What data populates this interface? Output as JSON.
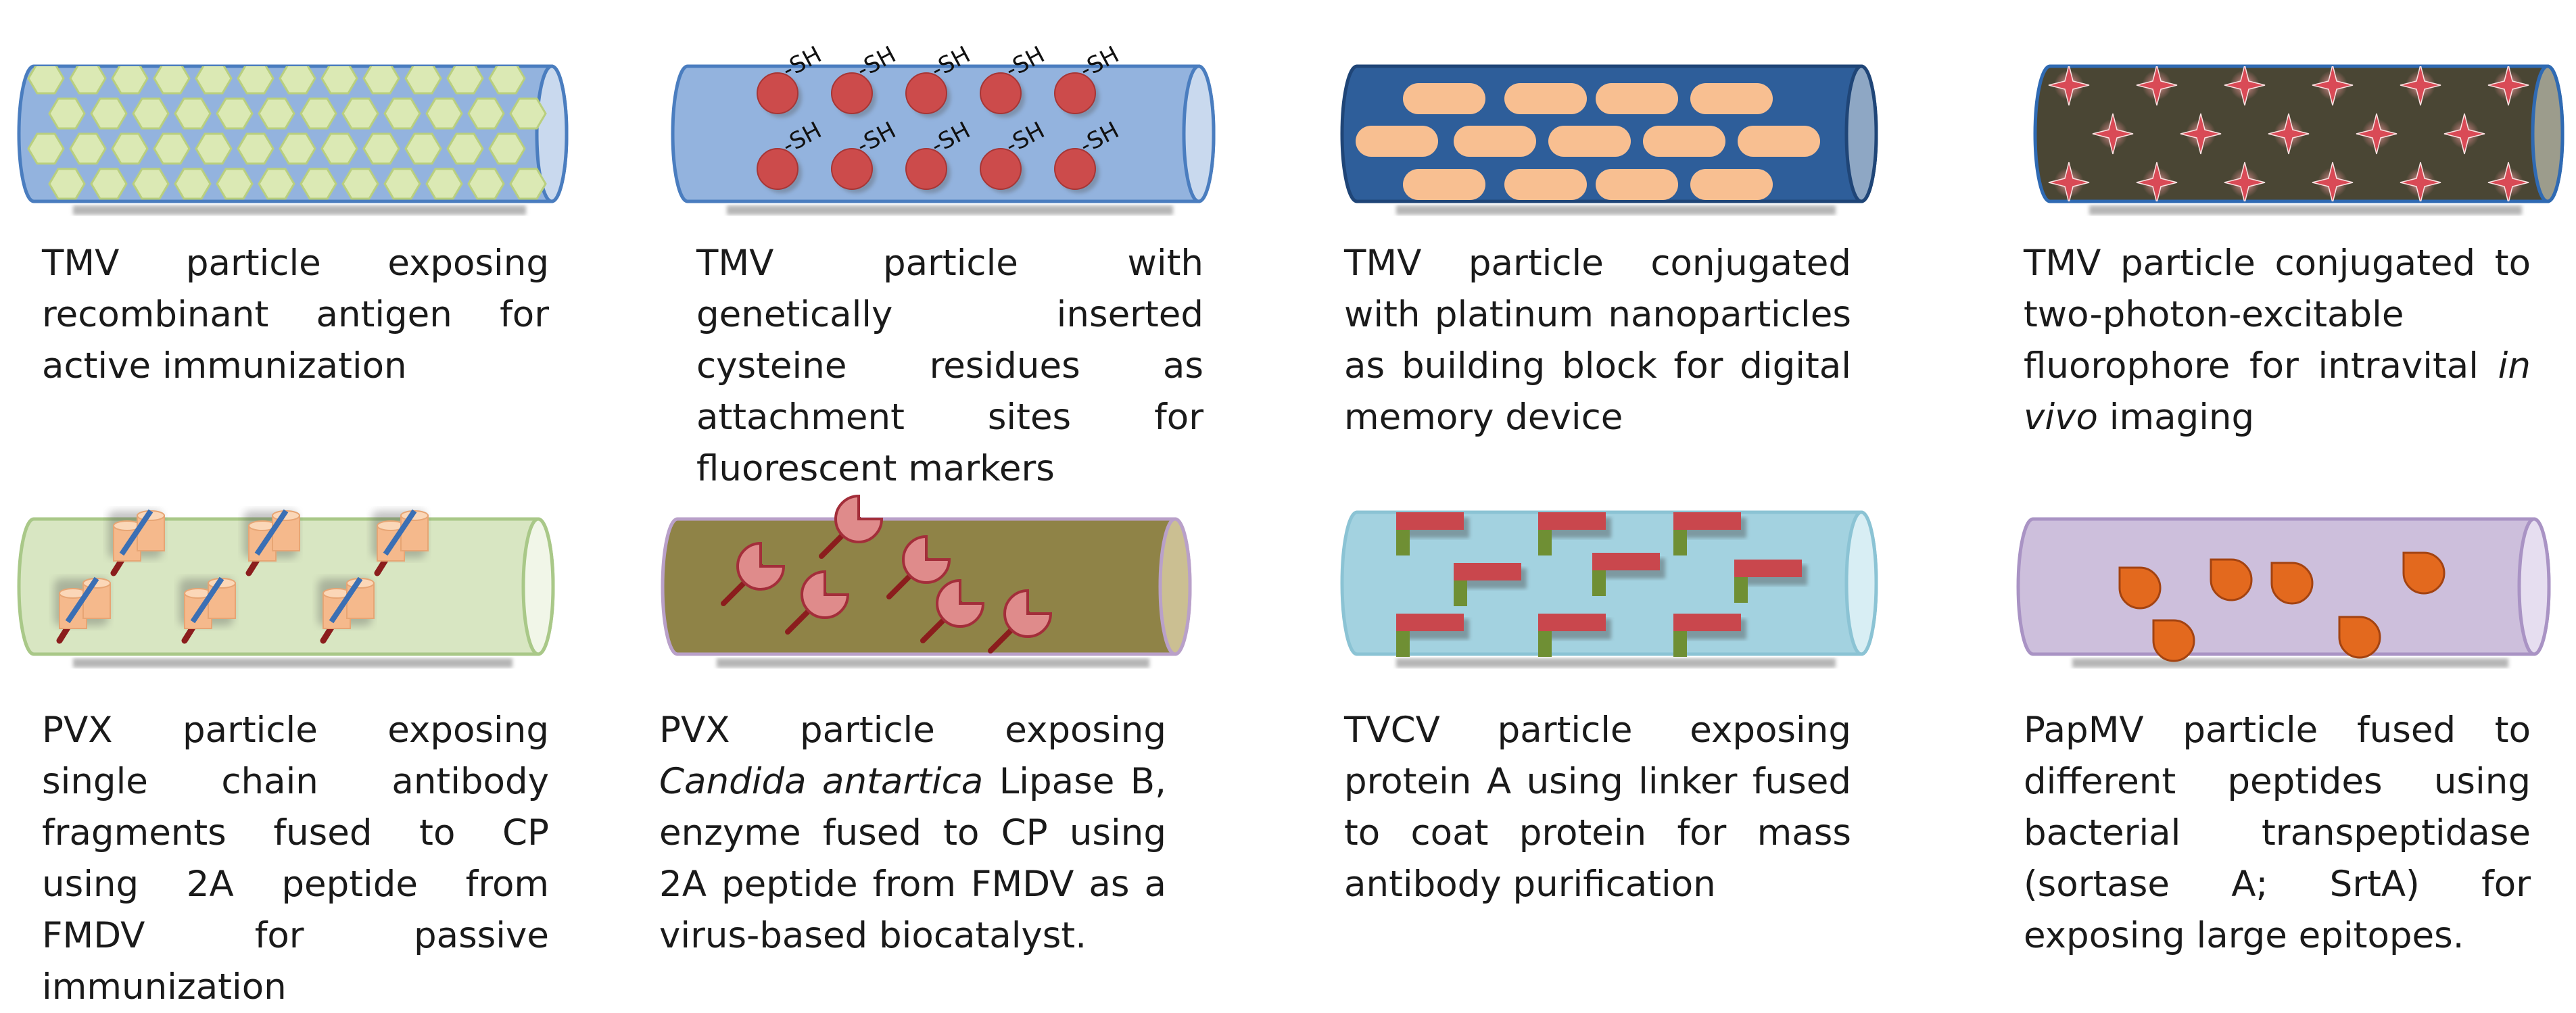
{
  "panels": [
    {
      "id": "tmv-antigen",
      "virus": "TMV",
      "caption": [
        "TMV particle exposing recombinant antigen for active immunization"
      ],
      "colors": {
        "body": "#93b3de",
        "end": "#c9d9ee",
        "outline": "#4a7dbf",
        "motif": "#dbe9b4"
      },
      "decoration": "lattice"
    },
    {
      "id": "tmv-cysteine",
      "virus": "TMV",
      "caption": [
        "TMV particle with genetically inserted cysteine residues as attachment sites for fluorescent markers"
      ],
      "colors": {
        "body": "#93b3de",
        "end": "#c9d9ee",
        "outline": "#4a7dbf",
        "motif": "#cc4b4b"
      },
      "decoration": "cysteine",
      "label": "-SH"
    },
    {
      "id": "tmv-platinum",
      "virus": "TMV",
      "caption": [
        "TMV particle conjugated with platinum nanoparticles as building block for digital memory device"
      ],
      "colors": {
        "body": "#2e5e9a",
        "end": "#8ea7c4",
        "outline": "#1f4577",
        "motif": "#f8bf91"
      },
      "decoration": "pills"
    },
    {
      "id": "tmv-fluorophore",
      "virus": "TMV",
      "caption": [
        "TMV particle conjugated to two-photon-excitable fluorophore for intravital ",
        "in vivo",
        " imaging"
      ],
      "colors": {
        "body": "#4a4634",
        "end": "#9c9c8c",
        "outline": "#2f6ab3",
        "motif": "#d94a56"
      },
      "decoration": "stars"
    },
    {
      "id": "pvx-antibody",
      "virus": "PVX",
      "caption": [
        "PVX particle exposing single chain antibody fragments fused to CP using 2A peptide from FMDV for passive immunization"
      ],
      "colors": {
        "body": "#d8e6c2",
        "end": "#f1f6e8",
        "outline": "#a9c888",
        "motif": "#f5b98c"
      },
      "decoration": "antibody"
    },
    {
      "id": "pvx-lipase",
      "virus": "PVX",
      "caption": [
        "PVX particle exposing ",
        "Candida antartica",
        " Lipase B, enzyme fused to CP using 2A peptide from FMDV as a virus-based biocatalyst."
      ],
      "colors": {
        "body": "#8f8347",
        "end": "#cbbf92",
        "outline": "#b9a0c9",
        "motif": "#df8b8b"
      },
      "decoration": "pacman"
    },
    {
      "id": "tvcv-proteinA",
      "virus": "TVCV",
      "caption": [
        "TVCV particle exposing protein A using linker fused to coat protein for mass antibody purification"
      ],
      "colors": {
        "body": "#a3d2e0",
        "end": "#d8eef4",
        "outline": "#8bc3d4",
        "motif": "#c9474d"
      },
      "decoration": "linker"
    },
    {
      "id": "papmv-peptides",
      "virus": "PapMV",
      "caption": [
        "PapMV particle fused to different peptides using bacterial transpeptidase (sortase A; SrtA) for exposing large epitopes."
      ],
      "colors": {
        "body": "#cdbfdc",
        "end": "#e6def0",
        "outline": "#a993c4",
        "motif": "#e3691e"
      },
      "decoration": "drops"
    }
  ]
}
